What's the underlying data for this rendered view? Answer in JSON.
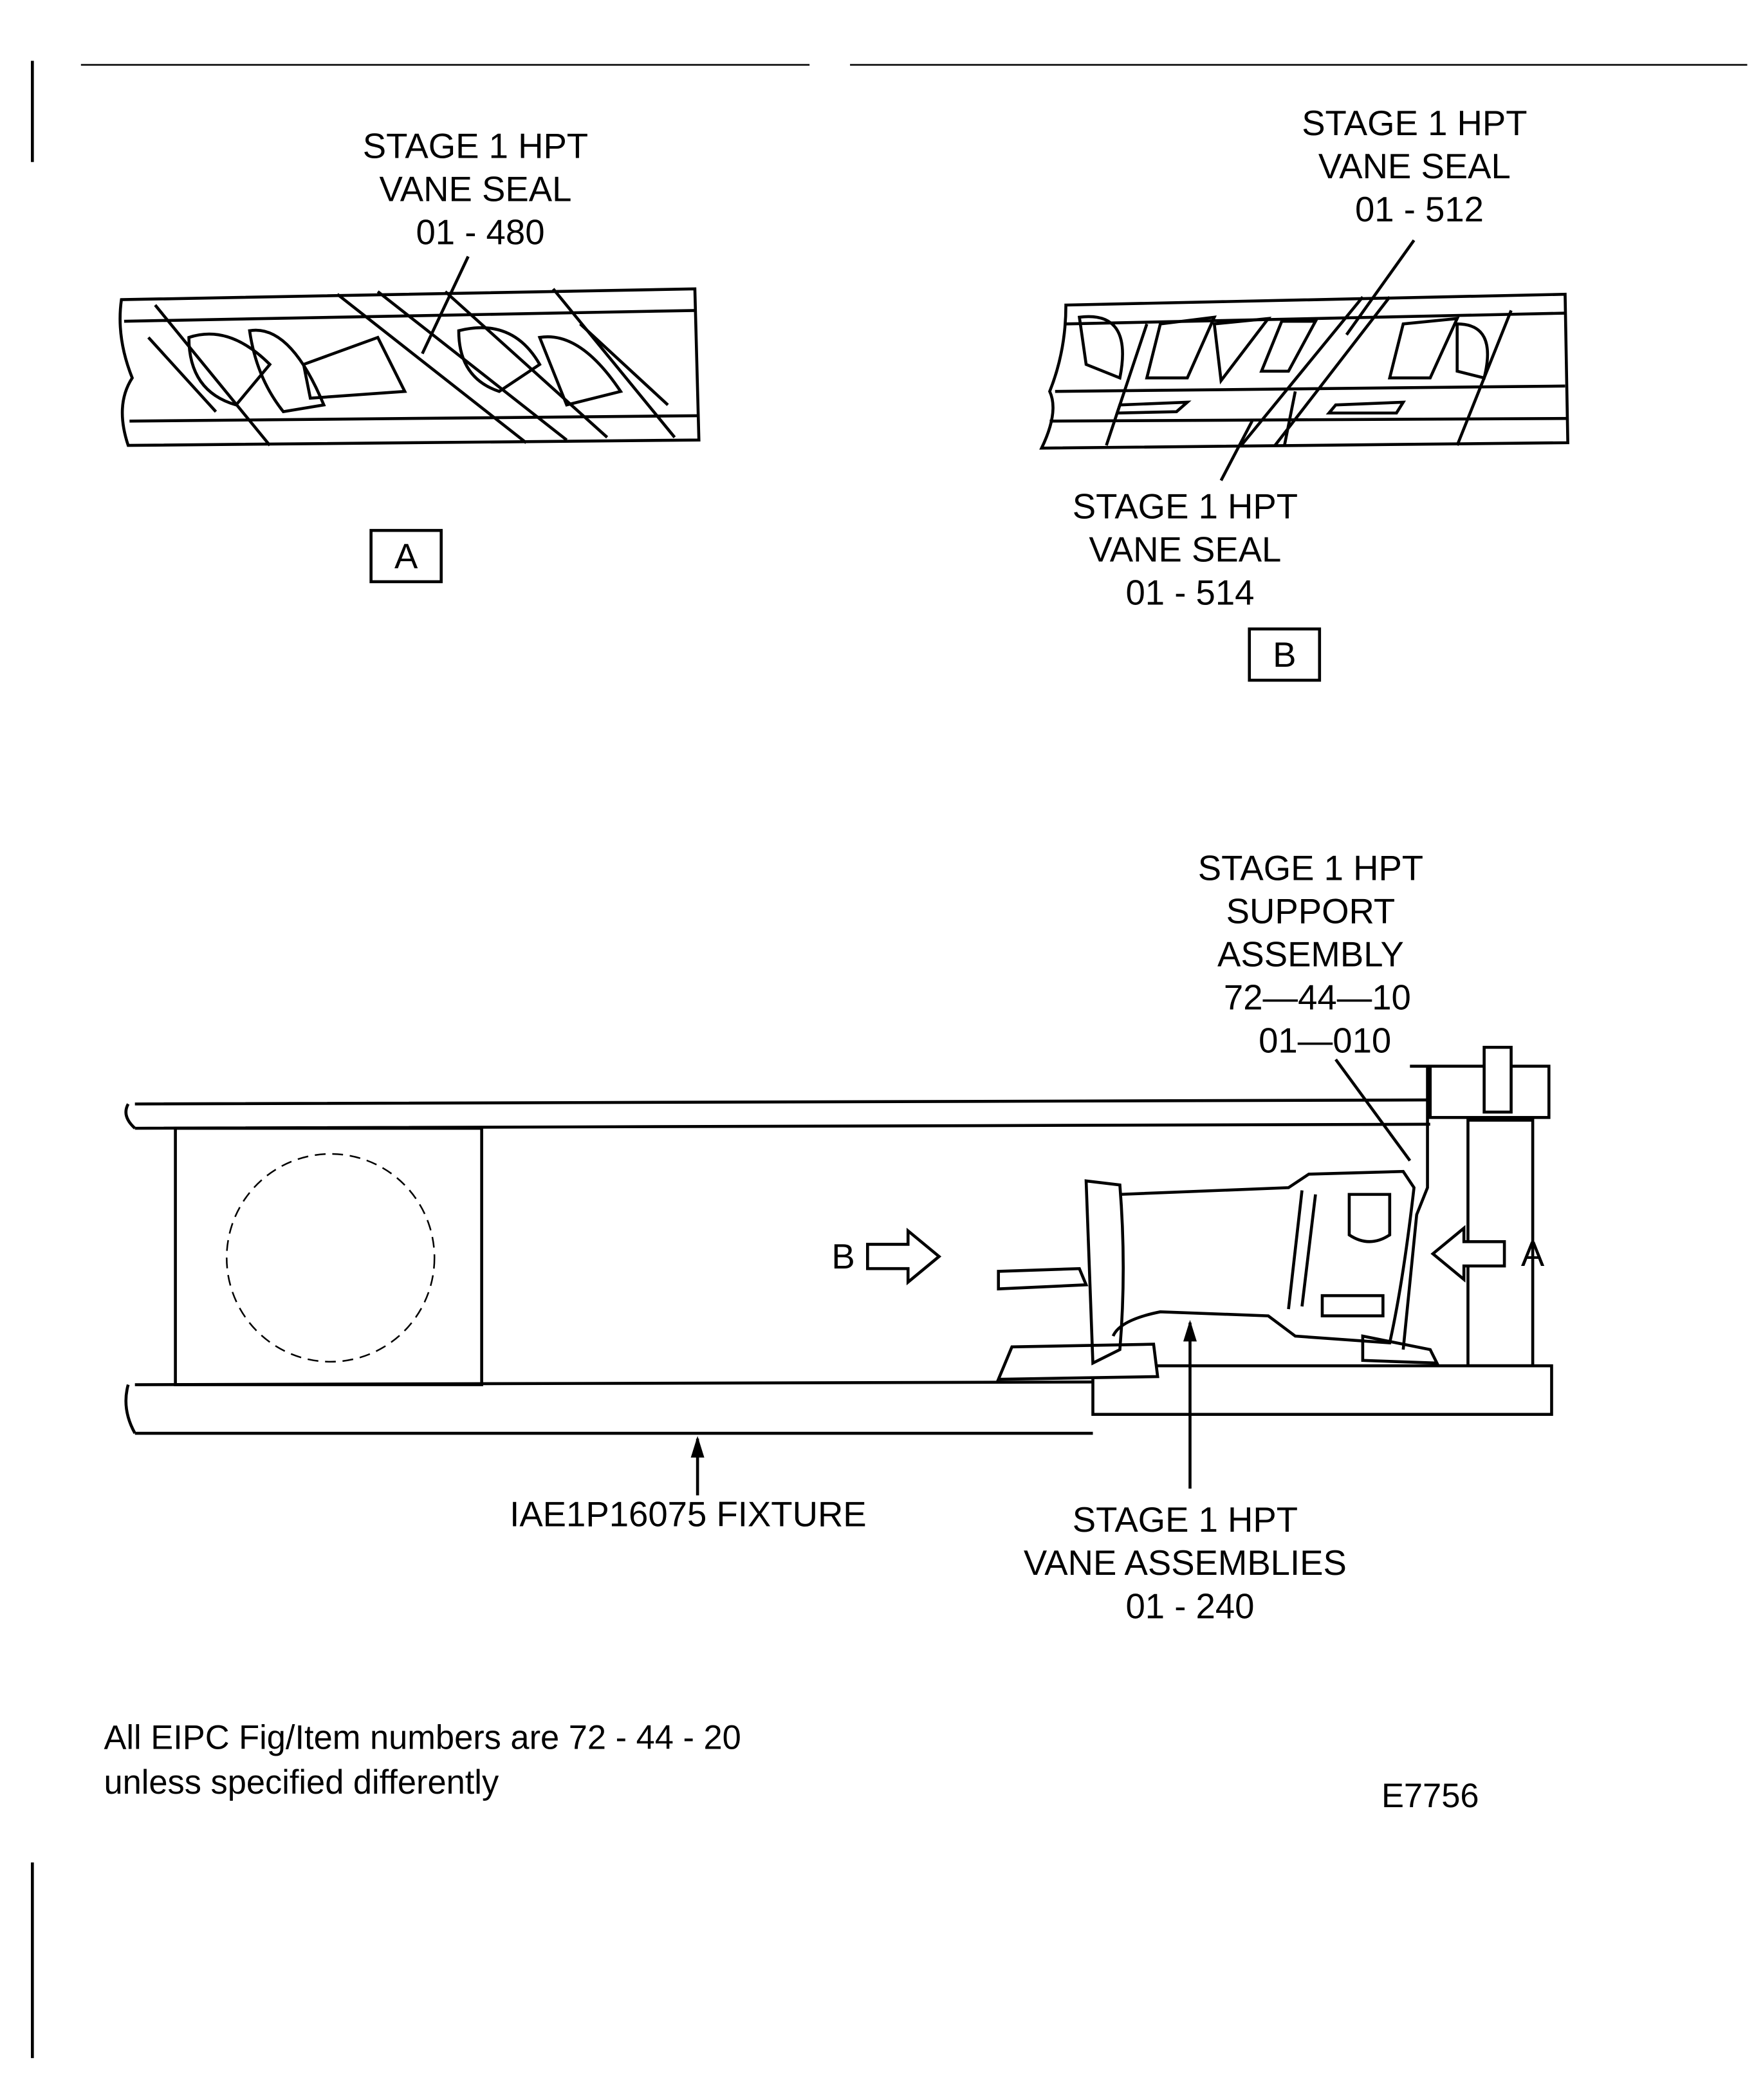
{
  "view_a": {
    "label": [
      "STAGE 1 HPT",
      "VANE SEAL",
      "01 - 480"
    ],
    "view_letter": "A"
  },
  "view_b": {
    "label_top": [
      "STAGE 1 HPT",
      "VANE SEAL",
      "01 - 512"
    ],
    "label_bottom": [
      "STAGE 1 HPT",
      "VANE SEAL",
      "01 - 514"
    ],
    "view_letter": "B"
  },
  "main": {
    "support_label": [
      "STAGE 1 HPT",
      "SUPPORT",
      "ASSEMBLY",
      "72—44—10",
      "01—010"
    ],
    "arrow_b": "B",
    "arrow_a": "A",
    "fixture_label": "IAE1P16075 FIXTURE",
    "vane_assemblies_label": [
      "STAGE 1 HPT",
      "VANE ASSEMBLIES",
      "01 - 240"
    ]
  },
  "footer": {
    "note_line1": "All EIPC Fig/Item numbers are 72 - 44 - 20",
    "note_line2": "unless specified differently",
    "figure_id": "E7756"
  }
}
